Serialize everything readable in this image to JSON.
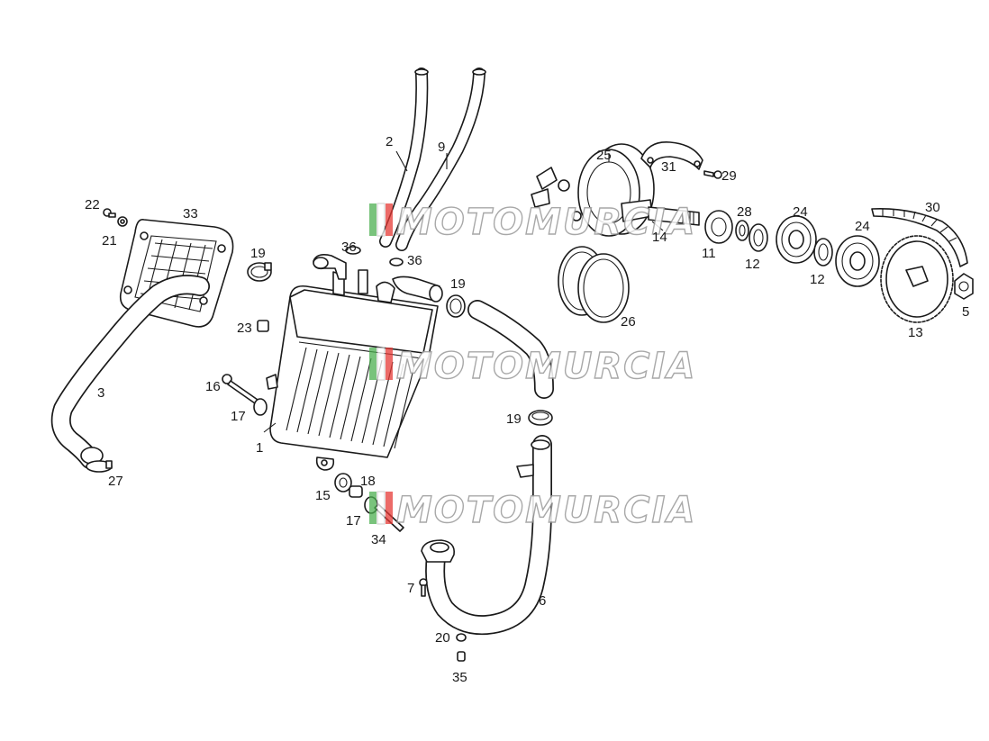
{
  "watermark": {
    "text": "MOTOMURCIA",
    "colors": {
      "green": "#4caf50",
      "white": "#ffffff",
      "red": "#e53935"
    }
  },
  "callouts": {
    "c1": "1",
    "c2": "2",
    "c3": "3",
    "c5": "5",
    "c6": "6",
    "c7": "7",
    "c9": "9",
    "c11": "11",
    "c12a": "12",
    "c12b": "12",
    "c13": "13",
    "c14": "14",
    "c15": "15",
    "c16": "16",
    "c17a": "17",
    "c17b": "17",
    "c18": "18",
    "c19a": "19",
    "c19b": "19",
    "c19c": "19",
    "c20": "20",
    "c21": "21",
    "c22": "22",
    "c23": "23",
    "c24a": "24",
    "c24b": "24",
    "c25": "25",
    "c26": "26",
    "c27": "27",
    "c28": "28",
    "c29": "29",
    "c30": "30",
    "c31": "31",
    "c33": "33",
    "c34": "34",
    "c35": "35",
    "c36a": "36",
    "c36b": "36"
  }
}
